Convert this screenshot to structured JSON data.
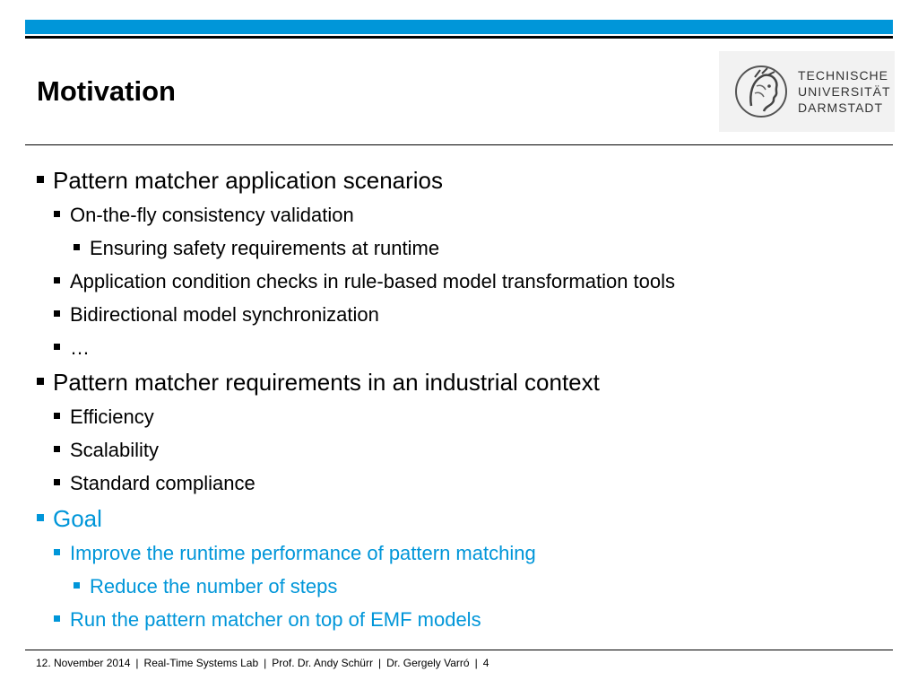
{
  "slide": {
    "title": "Motivation",
    "bullets": [
      {
        "level": 1,
        "text": "Pattern matcher application scenarios",
        "accent": false
      },
      {
        "level": 2,
        "text": "On-the-fly consistency validation",
        "accent": false
      },
      {
        "level": 3,
        "text": "Ensuring safety requirements at runtime",
        "accent": false
      },
      {
        "level": 2,
        "text": "Application condition checks in rule-based model transformation tools",
        "accent": false
      },
      {
        "level": 2,
        "text": "Bidirectional model synchronization",
        "accent": false
      },
      {
        "level": 2,
        "text": "…",
        "accent": false
      },
      {
        "level": 1,
        "text": "Pattern matcher requirements in an industrial context",
        "accent": false
      },
      {
        "level": 2,
        "text": "Efficiency",
        "accent": false
      },
      {
        "level": 2,
        "text": "Scalability",
        "accent": false
      },
      {
        "level": 2,
        "text": "Standard compliance",
        "accent": false
      },
      {
        "level": 1,
        "text": "Goal",
        "accent": true
      },
      {
        "level": 2,
        "text": "Improve the runtime performance of pattern matching",
        "accent": true
      },
      {
        "level": 3,
        "text": "Reduce the number of steps",
        "accent": true
      },
      {
        "level": 2,
        "text": "Run the pattern matcher on top of EMF models",
        "accent": true
      }
    ]
  },
  "logo": {
    "line1": "TECHNISCHE",
    "line2": "UNIVERSITÄT",
    "line3": "DARMSTADT",
    "icon": "athena-head-icon"
  },
  "footer": {
    "date": "12. November 2014",
    "lab": "Real-Time Systems Lab",
    "author1": "Prof. Dr. Andy Schürr",
    "author2": "Dr. Gergely Varró",
    "page": "4",
    "separator": "|"
  },
  "colors": {
    "accent": "#0096d9",
    "text": "#000000"
  }
}
